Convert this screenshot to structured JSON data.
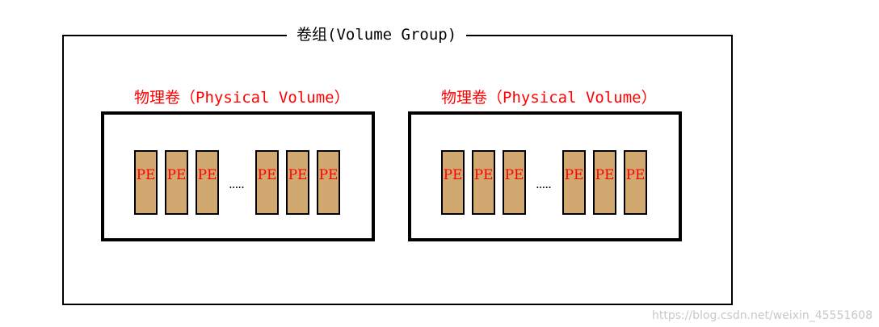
{
  "volume_group": {
    "title": "卷组(Volume Group)"
  },
  "physical_volumes": [
    {
      "label": "物理卷（Physical Volume）",
      "pe_left": [
        "PE",
        "PE",
        "PE"
      ],
      "ellipsis": ".....",
      "pe_right": [
        "PE",
        "PE",
        "PE"
      ]
    },
    {
      "label": "物理卷（Physical Volume）",
      "pe_left": [
        "PE",
        "PE",
        "PE"
      ],
      "ellipsis": ".....",
      "pe_right": [
        "PE",
        "PE",
        "PE"
      ]
    }
  ],
  "watermark": "https://blog.csdn.net/weixin_45551608",
  "colors": {
    "pv_label": "#ff0000",
    "pe_text": "#ff0000",
    "pe_fill": "#d0a870",
    "border": "#000000"
  }
}
